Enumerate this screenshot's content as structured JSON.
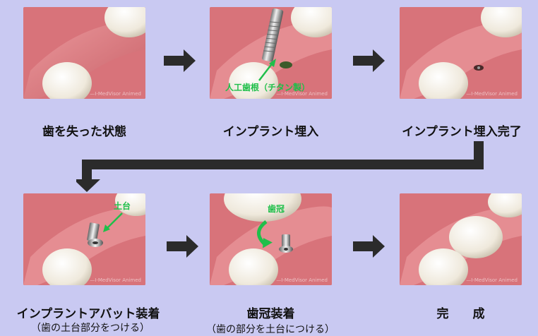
{
  "steps": [
    {
      "caption": "歯を失った状態",
      "sub": ""
    },
    {
      "caption": "インプラント埋入",
      "sub": "",
      "label": "人工歯根（チタン製）"
    },
    {
      "caption": "インプラント埋入完了",
      "sub": ""
    },
    {
      "caption": "インプラントアバット装着",
      "sub": "（歯の土台部分をつける）",
      "label": "土台"
    },
    {
      "caption": "歯冠装着",
      "sub": "（歯の部分を土台につける）",
      "label": "歯冠"
    },
    {
      "caption": "完　　成",
      "sub": ""
    }
  ],
  "watermark": "—I-MedVisor  Animed",
  "colors": {
    "background": "#c9c9f2",
    "arrow": "#2b2b2b",
    "label_green": "#1fbf4a"
  }
}
